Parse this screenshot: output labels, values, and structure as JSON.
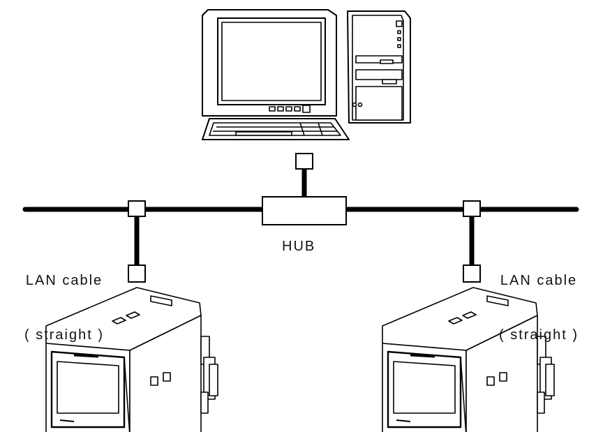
{
  "labels": {
    "hub": "HUB",
    "left_cable_line1": "LAN cable",
    "left_cable_line2": "( straight )",
    "right_cable_line1": "LAN cable",
    "right_cable_line2": "( straight )"
  },
  "icons": {
    "computer": "desktop-computer-icon",
    "device_left": "recorder-device-icon",
    "device_right": "recorder-device-icon",
    "hub": "network-hub-icon",
    "connector": "rj45-connector-icon"
  },
  "colors": {
    "line": "#000000",
    "background": "#ffffff"
  }
}
